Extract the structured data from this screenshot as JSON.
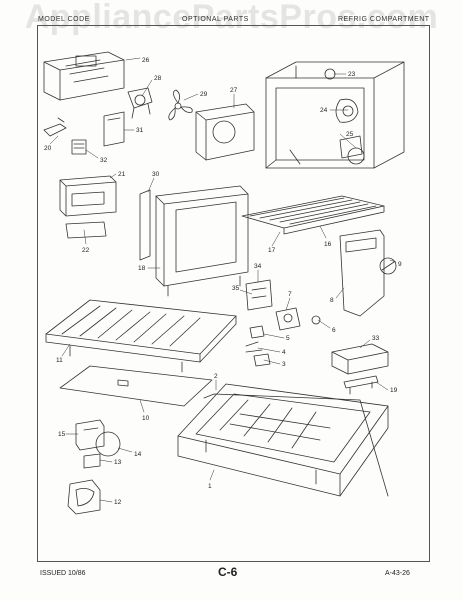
{
  "watermark": "AppliancePartsPros.com",
  "header": {
    "left": "MODEL CODE",
    "middle": "OPTIONAL PARTS",
    "right": "REFRIG COMPARTMENT"
  },
  "callouts": [
    "26",
    "28",
    "29",
    "27",
    "23",
    "24",
    "25",
    "20",
    "31",
    "32",
    "21",
    "22",
    "30",
    "18",
    "17",
    "16",
    "8",
    "9",
    "34",
    "35",
    "7",
    "6",
    "5",
    "4",
    "3",
    "33",
    "19",
    "11",
    "2",
    "10",
    "1",
    "15",
    "14",
    "13",
    "12"
  ],
  "footer": {
    "issued": "ISSUED 10/86",
    "page_code": "C-6",
    "ref": "A-43-26"
  },
  "colors": {
    "line": "#333333",
    "paper": "#fdfdfb",
    "watermark": "#8c8c8c"
  }
}
